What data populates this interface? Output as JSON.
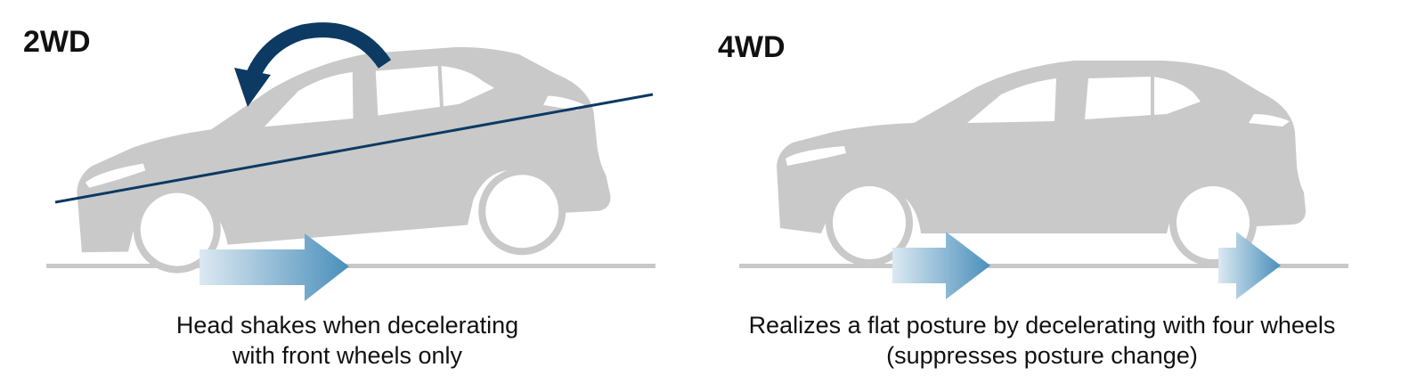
{
  "left_panel": {
    "label": "2WD",
    "caption_line1": "Head shakes when decelerating",
    "caption_line2": "with front wheels only"
  },
  "right_panel": {
    "label": "4WD",
    "caption_line1": "Realizes a flat posture by decelerating with four wheels",
    "caption_line2": "(suppresses posture change)"
  },
  "icons": {
    "car": "car-silhouette-icon",
    "pitch": "curved-arrow-icon",
    "force": "gradient-arrow-icon"
  },
  "colors": {
    "car": "#c9c9c9",
    "ground": "#c8c8c8",
    "pitch_arrow": "#0c3a63",
    "tilt_line": "#0c3a63",
    "arrow_light": "#dbe9f2",
    "arrow_dark": "#4a8fbb"
  }
}
